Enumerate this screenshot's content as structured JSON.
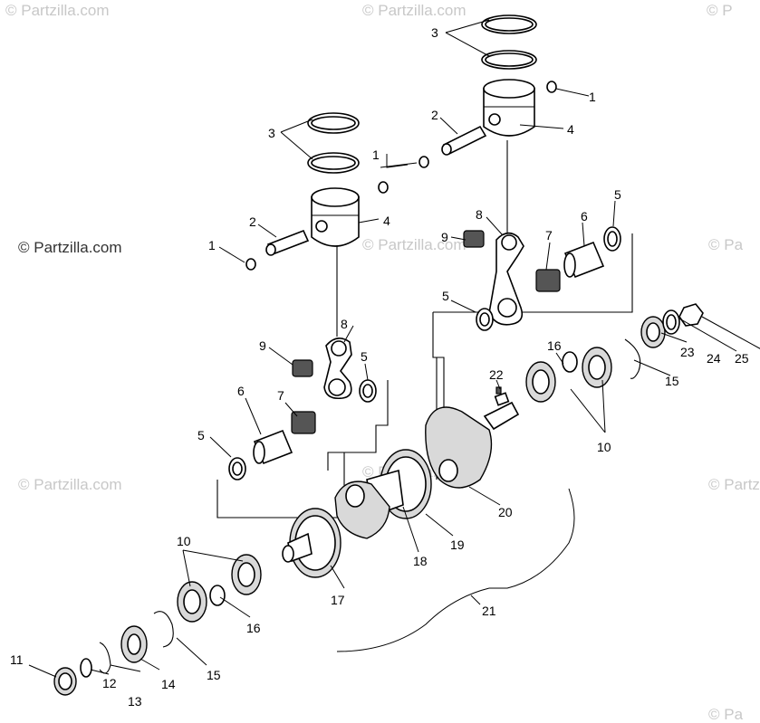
{
  "watermarks": {
    "text": "© Partzilla.com",
    "top_left": "© Partzilla.com",
    "top_center": "© Partzilla.com",
    "top_right": "© P",
    "left": "© Partzilla.com",
    "center": "© Partzilla.com",
    "right": "© Pa",
    "lower_left": "© Partzilla.com",
    "lower_center": "© Partzilla.com",
    "lower_right": "© Partzilla.com",
    "bottom_right": "© Pa"
  },
  "callouts": {
    "c1_top_right": "1",
    "c1_mid": "1",
    "c1_left": "1",
    "c2_right": "2",
    "c2_left": "2",
    "c3_right": "3",
    "c3_left": "3",
    "c4_right": "4",
    "c4_left": "4",
    "c5_right_top": "5",
    "c5_right_mid": "5",
    "c5_left_mid": "5",
    "c5_left_low": "5",
    "c6_right": "6",
    "c6_left": "6",
    "c7_right": "7",
    "c7_left": "7",
    "c8_right": "8",
    "c8_left": "8",
    "c9_right": "9",
    "c9_left": "9",
    "c10_right": "10",
    "c10_left": "10",
    "c11": "11",
    "c12": "12",
    "c13": "13",
    "c14": "14",
    "c15_left": "15",
    "c15_right": "15",
    "c16_left": "16",
    "c16_right": "16",
    "c17": "17",
    "c18": "18",
    "c19": "19",
    "c20": "20",
    "c21": "21",
    "c22": "22",
    "c23": "23",
    "c24": "24",
    "c25": "25"
  }
}
